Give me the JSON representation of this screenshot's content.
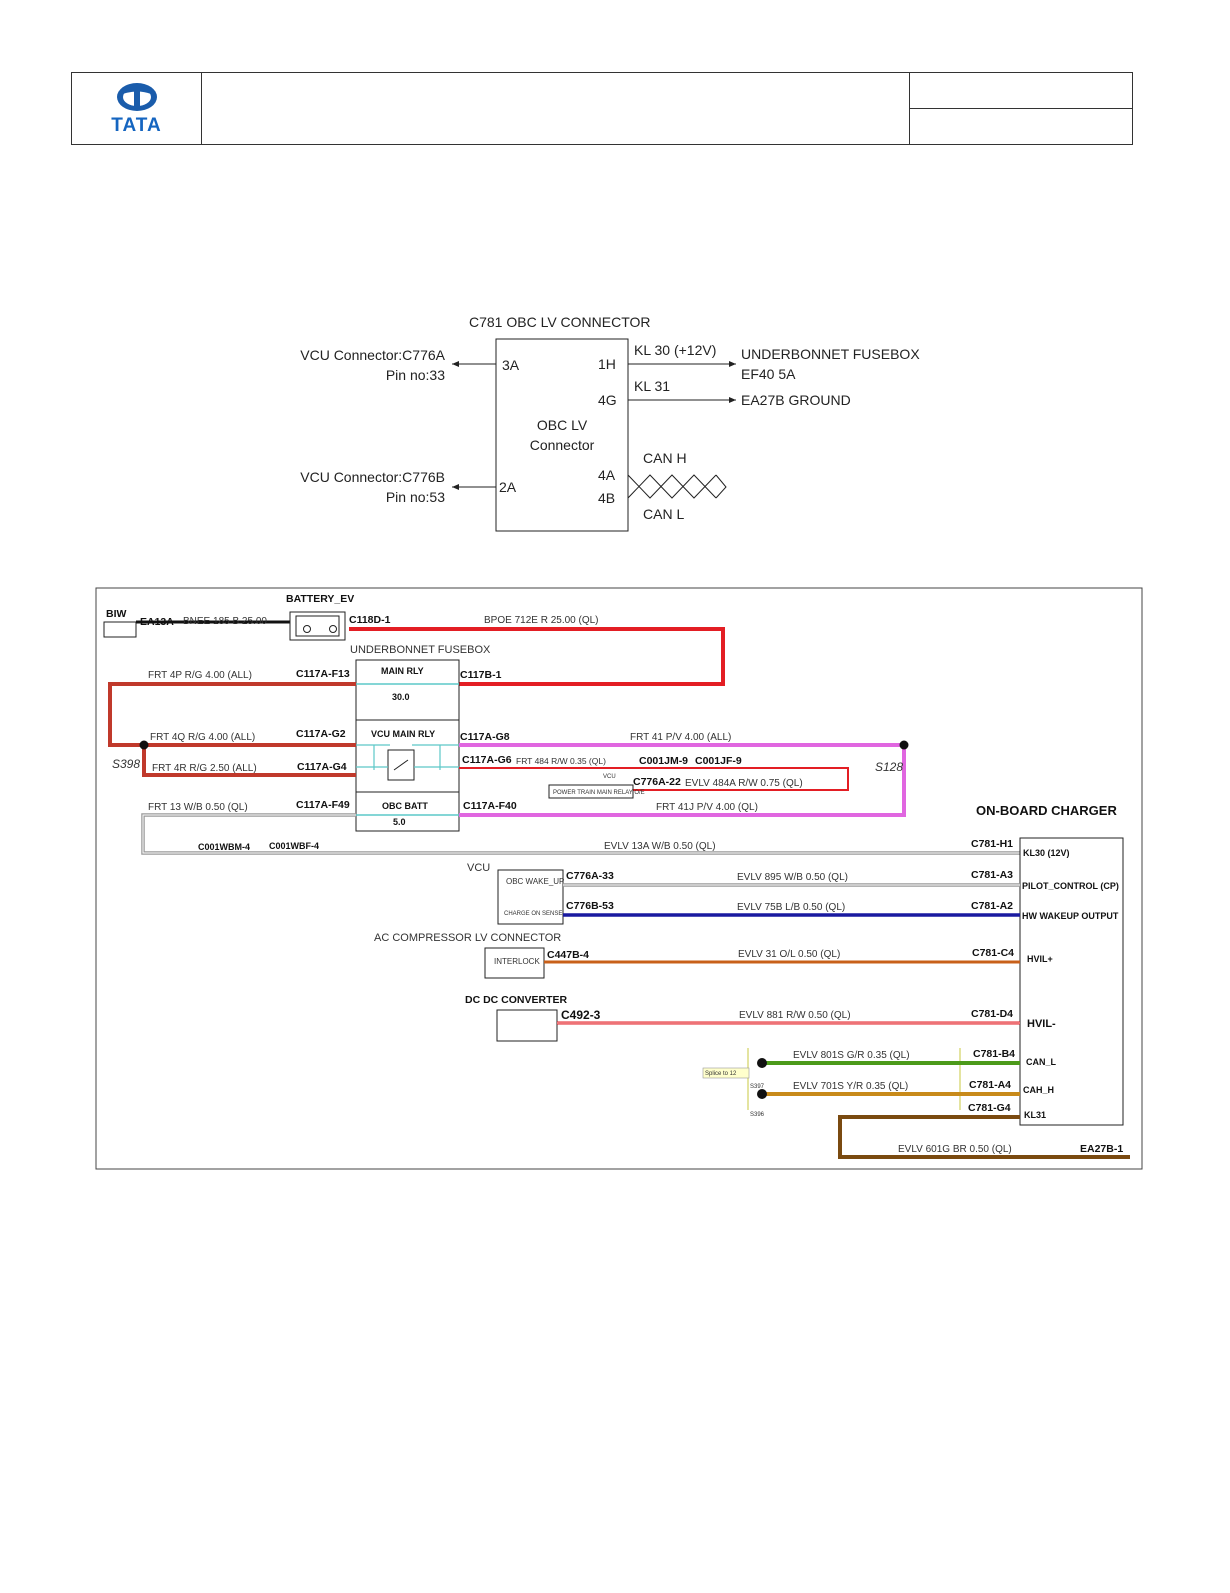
{
  "header": {
    "logo_text": "TATA",
    "brand_color": "#1a5cab"
  },
  "block": {
    "title": "C781 OBC LV CONNECTOR",
    "box_label_line1": "OBC LV",
    "box_label_line2": "Connector",
    "pins": {
      "p3a": "3A",
      "p2a": "2A",
      "p1h": "1H",
      "p4g": "4G",
      "p4a": "4A",
      "p4b": "4B"
    },
    "left_top_line1": "VCU Connector:C776A",
    "left_top_line2": "Pin no:33",
    "left_bot_line1": "VCU Connector:C776B",
    "left_bot_line2": "Pin no:53",
    "kl30": "KL 30 (+12V)",
    "kl31": "KL 31",
    "fusebox_line1": "UNDERBONNET FUSEBOX",
    "fusebox_line2": "EF40 5A",
    "ground": "EA27B GROUND",
    "can_h": "CAN H",
    "can_l": "CAN L"
  },
  "wiring": {
    "biw": "BIW",
    "battery": "BATTERY_EV",
    "ea13a": "EA13A-",
    "bnee": "BNEE   185   B   25.00",
    "c118d": "C118D-1",
    "bpoe": "BPOE   712E   R   25.00   (QL)",
    "fusebox": "UNDERBONNET FUSEBOX",
    "main_rly": "MAIN RLY",
    "main_rly_val": "30.0",
    "c117b1": "C117B-1",
    "frt4p": "FRT   4P   R/G   4.00   (ALL)",
    "c117a_f13": "C117A-F13",
    "frt4q": "FRT   4Q   R/G   4.00   (ALL)",
    "c117a_g2": "C117A-G2",
    "vcu_main_rly": "VCU MAIN RLY",
    "c117a_g8": "C117A-G8",
    "frt41": "FRT   41   P/V   4.00   (ALL)",
    "s398": "S398",
    "frt4r": "FRT   4R   R/G   2.50   (ALL)",
    "c117a_g4": "C117A-G4",
    "c117a_g6": "C117A-G6",
    "frt484": "FRT   484   R/W   0.35   (QL)",
    "c001jm9": "C001JM-9",
    "c001jf9": "C001JF-9",
    "s128": "S128",
    "vcu_small": "VCU",
    "pt_relay": "POWER TRAIN MAIN RELAY O/E",
    "c776a22": "C776A-22",
    "evlv484a": "EVLV   484A   R/W   0.75   (QL)",
    "frt13": "FRT   13   W/B   0.50   (QL)",
    "c117a_f49": "C117A-F49",
    "obc_batt": "OBC BATT",
    "obc_batt_val": "5.0",
    "c117a_f40": "C117A-F40",
    "frt41j": "FRT   41J   P/V   4.00   (QL)",
    "obc_title": "ON-BOARD CHARGER",
    "c001wbm4": "C001WBM-4",
    "c001wbf4": "C001WBF-4",
    "evlv13a": "EVLV   13A   W/B   0.50   (QL)",
    "c781_h1": "C781-H1",
    "kl30_12v": "KL30 (12V)",
    "vcu": "VCU",
    "obc_wake_up": "OBC WAKE_UP",
    "charge_on_sense": "CHARGE ON SENSE",
    "c776a33": "C776A-33",
    "evlv895": "EVLV   895   W/B   0.50   (QL)",
    "c781_a3": "C781-A3",
    "pilot": "PILOT_CONTROL (CP)",
    "c776b53": "C776B-53",
    "evlv75b": "EVLV   75B   L/B   0.50   (QL)",
    "c781_a2": "C781-A2",
    "hw_wakeup": "HW WAKEUP OUTPUT",
    "ac_comp": "AC COMPRESSOR LV CONNECTOR",
    "interlock": "INTERLOCK",
    "c447b4": "C447B-4",
    "evlv31": "EVLV   31   O/L   0.50   (QL)",
    "c781_c4": "C781-C4",
    "hvil_plus": "HVIL+",
    "dcdc": "DC DC CONVERTER",
    "c492_3": "C492-3",
    "evlv881": "EVLV   881   R/W   0.50   (QL)",
    "c781_d4": "C781-D4",
    "hvil_minus": "HVIL-",
    "twist_note": "Splice to 12",
    "s397": "S397",
    "s396": "S396",
    "evlv801s": "EVLV   801S   G/R   0.35   (QL)",
    "c781_b4": "C781-B4",
    "can_l": "CAN_L",
    "evlv701s": "EVLV   701S   Y/R   0.35   (QL)",
    "c781_a4": "C781-A4",
    "cah_h": "CAH_H",
    "c781_g4": "C781-G4",
    "kl31": "KL31",
    "evlv601g": "EVLV   601G   BR   0.50   (QL)",
    "ea27b1": "EA27B-1"
  },
  "colors": {
    "red": "#e31e24",
    "brown_red": "#c0392b",
    "pink": "#e066e0",
    "grey": "#9a9a9a",
    "blue": "#1a1aa0",
    "orange": "#c8601a",
    "green": "#4c9a1a",
    "yellow_brown": "#c88a1a",
    "brown": "#7a4a10",
    "cyan": "#5cc8c8",
    "black": "#111111"
  }
}
